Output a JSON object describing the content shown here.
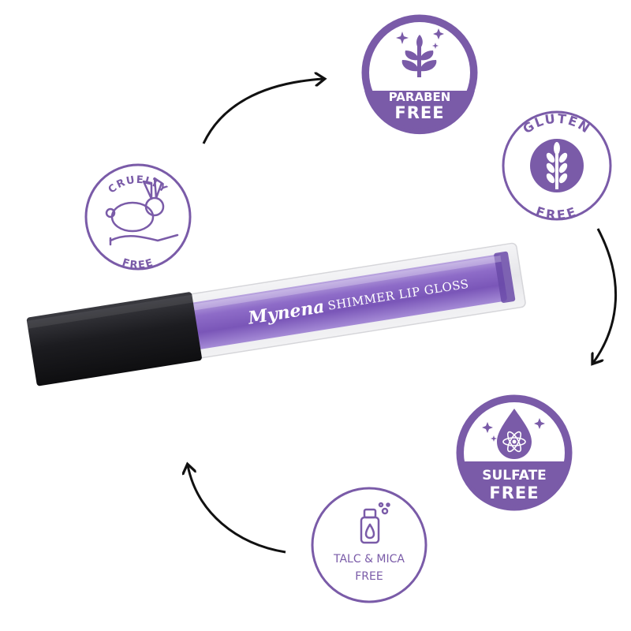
{
  "colors": {
    "purple": "#7a5ba8",
    "purple_light": "#9a7bc4",
    "arrow": "#111111",
    "cap": "#1c1c1f",
    "tube": "#8c6bc3"
  },
  "product": {
    "brand": "Mynena",
    "label": "SHIMMER LIP GLOSS"
  },
  "badges": {
    "paraben": {
      "line1": "PARABEN",
      "line2": "FREE",
      "icon": "sprout-sparkle-icon"
    },
    "gluten": {
      "top": "GLUTEN",
      "bottom": "FREE",
      "icon": "wheat-icon"
    },
    "sulfate": {
      "line1": "SULFATE",
      "line2": "FREE",
      "icon": "drop-atom-icon"
    },
    "talc": {
      "line1": "TALC & MICA",
      "line2": "FREE",
      "icon": "bottle-icon"
    },
    "cruelty": {
      "top": "CRUELTY",
      "bottom": "FREE",
      "icon": "rabbit-hand-icon"
    }
  }
}
